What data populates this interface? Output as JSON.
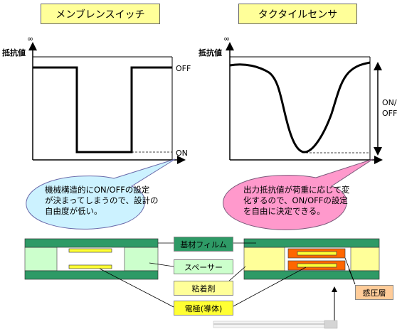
{
  "membrane": {
    "title": "メンブレンスイッチ",
    "infinity": "∞",
    "ylabel": "抵抗値",
    "off_label": "OFF",
    "on_label": "ON",
    "callout_lines": [
      "機械構造的にON/OFFの設定",
      "が決まってしまうので、設計の",
      "自由度が低い。"
    ]
  },
  "tactile": {
    "title": "タクタイルセンサ",
    "infinity": "∞",
    "ylabel": "抵抗値",
    "onoff_line1": "ON/",
    "onoff_line2": "OFF",
    "callout_lines": [
      "出力抵抗値が荷重に応じて変",
      "化するので、ON/OFFの設定",
      "を自由に決定できる。"
    ]
  },
  "legend": {
    "base_film": "基材フィルム",
    "spacer": "スペーサー",
    "adhesive": "粘着剤",
    "electrode": "電極(導体)",
    "pressure_layer": "感圧層"
  },
  "colors": {
    "title_bg": "#ffff99",
    "callout_blue": "#ccf2ff",
    "callout_pink": "#ff99cc",
    "film_green": "#2e9a66",
    "spacer_green": "#ccffcc",
    "adhesive_yellow": "#ffff99",
    "electrode_yellow": "#ffff33",
    "pressure_orange": "#ff6600",
    "pressure_label_bg": "#ffcc99"
  }
}
